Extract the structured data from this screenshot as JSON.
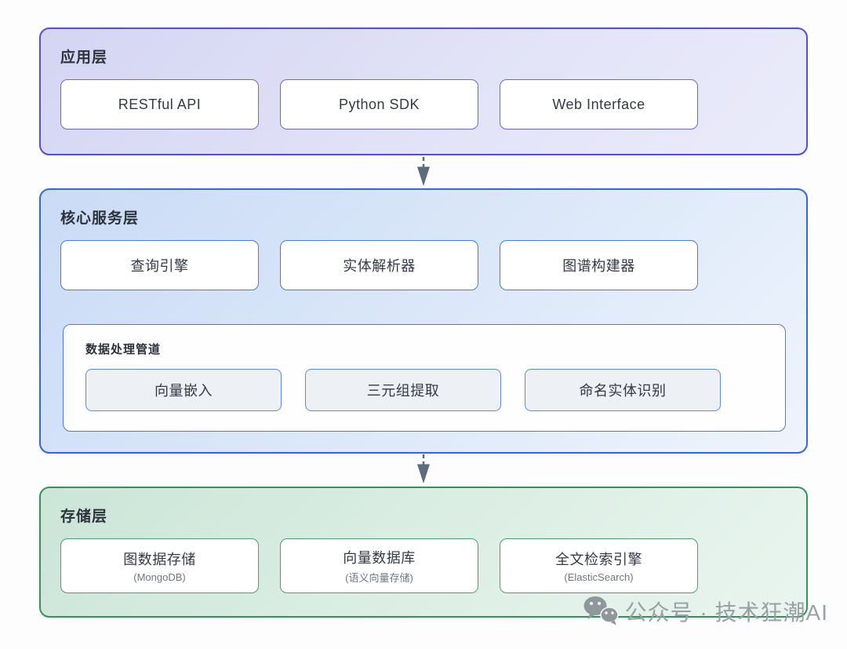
{
  "diagram": {
    "layers": [
      {
        "id": "application",
        "title": "应用层",
        "boxes": [
          {
            "label": "RESTful API"
          },
          {
            "label": "Python SDK"
          },
          {
            "label": "Web Interface"
          }
        ]
      },
      {
        "id": "core-services",
        "title": "核心服务层",
        "boxes": [
          {
            "label": "查询引擎"
          },
          {
            "label": "实体解析器"
          },
          {
            "label": "图谱构建器"
          }
        ],
        "pipeline": {
          "title": "数据处理管道",
          "boxes": [
            {
              "label": "向量嵌入"
            },
            {
              "label": "三元组提取"
            },
            {
              "label": "命名实体识别"
            }
          ]
        }
      },
      {
        "id": "storage",
        "title": "存储层",
        "boxes": [
          {
            "label": "图数据存储",
            "sublabel": "(MongoDB)"
          },
          {
            "label": "向量数据库",
            "sublabel": "(语义向量存储)"
          },
          {
            "label": "全文检索引擎",
            "sublabel": "(ElasticSearch)"
          }
        ]
      }
    ],
    "arrows": [
      {
        "from": "application",
        "to": "core-services",
        "style": "dashed-down"
      },
      {
        "from": "core-services",
        "to": "storage",
        "style": "dashed-down"
      }
    ]
  },
  "watermark": {
    "icon": "wechat-icon",
    "text": "公众号 · 技术狂潮AI"
  },
  "colors": {
    "page_background": "#fdfdfd",
    "app_layer_border": "#5450cf",
    "app_layer_fill_start": "#d4d5f3",
    "app_layer_fill_end": "#eaebfa",
    "app_node_border": "#6c67d8",
    "core_layer_border": "#3a67cd",
    "core_layer_fill_start": "#cadbf6",
    "core_layer_fill_end": "#eef4fc",
    "core_node_border": "#4d7ad8",
    "pipeline_node_fill": "#edf0f4",
    "pipeline_node_border": "#5c88e8",
    "store_layer_border": "#38915d",
    "store_layer_fill_start": "#cbe5d7",
    "store_layer_fill_end": "#e9f5ef",
    "store_node_border": "#4ba16e",
    "arrow_color": "#5d6b7e",
    "text_dark": "#333a46",
    "text_sub": "#6e7781",
    "watermark_gray": "#9aa0a5"
  }
}
